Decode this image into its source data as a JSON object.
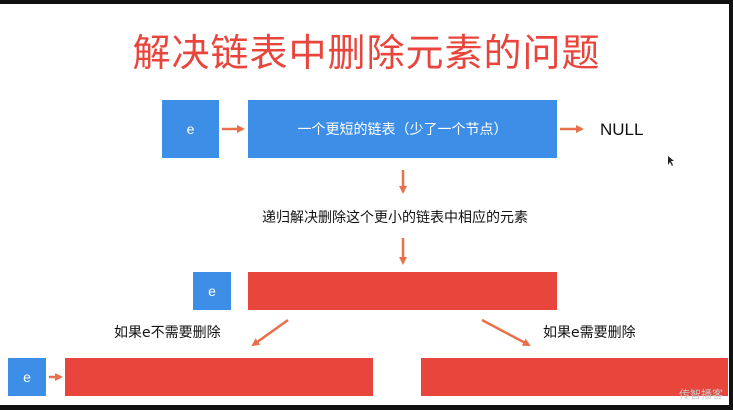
{
  "title": "解决链表中删除元素的问题",
  "row1": {
    "e_label": "e",
    "chain_label": "一个更短的链表（少了一个节点）",
    "null_label": "NULL"
  },
  "step_caption": "递归解决删除这个更小的链表中相应的元素",
  "row2": {
    "e_label": "e"
  },
  "branches": {
    "left_caption": "如果e不需要删除",
    "right_caption": "如果e需要删除",
    "left_e_label": "e"
  },
  "watermark": "传智播客",
  "colors": {
    "title": "#e8453c",
    "blue": "#3d8ee6",
    "red": "#e8453c",
    "arrow": "#e8704a"
  }
}
